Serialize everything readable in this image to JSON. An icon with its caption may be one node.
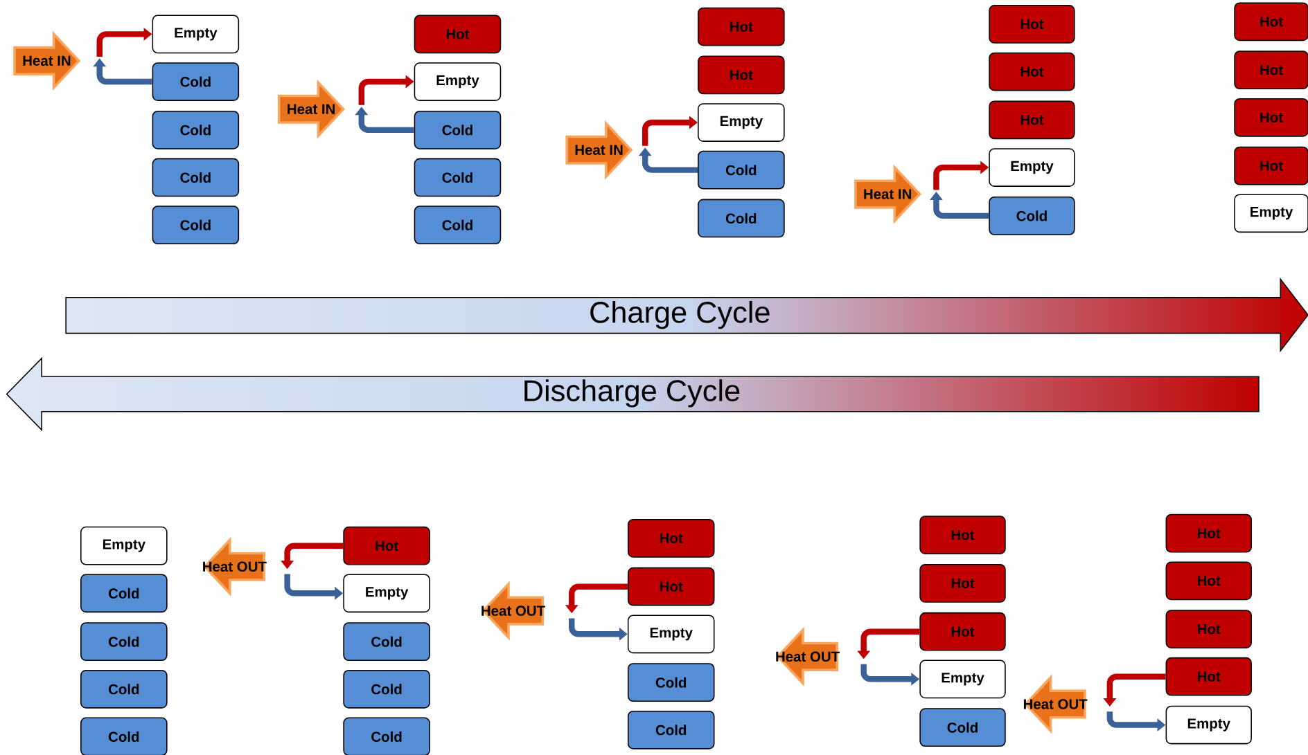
{
  "diagram": {
    "nodes": [
      {
        "text": [
          "Heat IN"
        ]
      },
      {
        "text": [
          "Empty"
        ]
      },
      {
        "text": [
          "Cold"
        ]
      },
      {
        "text": [
          "Cold"
        ]
      },
      {
        "text": [
          "Cold"
        ]
      },
      {
        "text": [
          "Cold"
        ]
      },
      {
        "text": [
          "Heat IN"
        ]
      },
      {
        "text": [
          "Hot"
        ]
      },
      {
        "text": [
          "Empty"
        ]
      },
      {
        "text": [
          "Cold"
        ]
      },
      {
        "text": [
          "Cold"
        ]
      },
      {
        "text": [
          "Cold"
        ]
      },
      {
        "text": [
          "Heat IN"
        ]
      },
      {
        "text": [
          "Hot"
        ]
      },
      {
        "text": [
          "Hot"
        ]
      },
      {
        "text": [
          "Empty"
        ]
      },
      {
        "text": [
          "Cold"
        ]
      },
      {
        "text": [
          "Cold"
        ]
      },
      {
        "text": [
          "Heat IN"
        ]
      },
      {
        "text": [
          "Hot"
        ]
      },
      {
        "text": [
          "Hot"
        ]
      },
      {
        "text": [
          "Hot"
        ]
      },
      {
        "text": [
          "Empty"
        ]
      },
      {
        "text": [
          "Cold"
        ]
      },
      {
        "text": [
          "Hot"
        ]
      },
      {
        "text": [
          "Hot"
        ]
      },
      {
        "text": [
          "Hot"
        ]
      },
      {
        "text": [
          "Hot"
        ]
      },
      {
        "text": [
          "Empty"
        ]
      },
      {
        "text": [
          "Charge Cycle"
        ]
      },
      {
        "text": [
          "Discharge Cycle"
        ]
      },
      {
        "text": [
          "Empty"
        ]
      },
      {
        "text": [
          "Cold"
        ]
      },
      {
        "text": [
          "Cold"
        ]
      },
      {
        "text": [
          "Cold"
        ]
      },
      {
        "text": [
          "Cold"
        ]
      },
      {
        "text": [
          "Heat OUT"
        ]
      },
      {
        "text": [
          "Hot"
        ]
      },
      {
        "text": [
          "Empty"
        ]
      },
      {
        "text": [
          "Cold"
        ]
      },
      {
        "text": [
          "Cold"
        ]
      },
      {
        "text": [
          "Cold"
        ]
      },
      {
        "text": [
          "Heat OUT"
        ]
      },
      {
        "text": [
          "Hot"
        ]
      },
      {
        "text": [
          "Hot"
        ]
      },
      {
        "text": [
          "Empty"
        ]
      },
      {
        "text": [
          "Cold"
        ]
      },
      {
        "text": [
          "Cold"
        ]
      },
      {
        "text": [
          "Heat OUT"
        ]
      },
      {
        "text": [
          "Hot"
        ]
      },
      {
        "text": [
          "Hot"
        ]
      },
      {
        "text": [
          "Hot"
        ]
      },
      {
        "text": [
          "Empty"
        ]
      },
      {
        "text": [
          "Cold"
        ]
      },
      {
        "text": [
          "Heat OUT"
        ]
      },
      {
        "text": [
          "Hot"
        ]
      },
      {
        "text": [
          "Hot"
        ]
      },
      {
        "text": [
          "Hot"
        ]
      },
      {
        "text": [
          "Hot"
        ]
      },
      {
        "text": [
          "Empty"
        ]
      }
    ],
    "edges": [
      {
        "from": 2,
        "to": 0,
        "arrow": "to",
        "color": "#3a6198"
      },
      {
        "from": 0,
        "to": 1,
        "arrow": "to",
        "color": "#c00000"
      },
      {
        "from": 9,
        "to": 6,
        "arrow": "to",
        "color": "#3a6198"
      },
      {
        "from": 6,
        "to": 8,
        "arrow": "to",
        "color": "#c00000"
      },
      {
        "from": 16,
        "to": 12,
        "arrow": "to",
        "color": "#3a6198"
      },
      {
        "from": 12,
        "to": 15,
        "arrow": "to",
        "color": "#c00000"
      },
      {
        "from": 23,
        "to": 18,
        "arrow": "to",
        "color": "#3a6198"
      },
      {
        "from": 18,
        "to": 22,
        "arrow": "to",
        "color": "#c00000"
      },
      {
        "from": 37,
        "to": 36,
        "arrow": "to",
        "color": "#c00000"
      },
      {
        "from": 36,
        "to": 38,
        "arrow": "to",
        "color": "#3a6198"
      },
      {
        "from": 44,
        "to": 42,
        "arrow": "to",
        "color": "#c00000"
      },
      {
        "from": 42,
        "to": 45,
        "arrow": "to",
        "color": "#3a6198"
      },
      {
        "from": 51,
        "to": 48,
        "arrow": "to",
        "color": "#c00000"
      },
      {
        "from": 48,
        "to": 52,
        "arrow": "to",
        "color": "#3a6198"
      },
      {
        "from": 58,
        "to": 54,
        "arrow": "to",
        "color": "#c00000"
      },
      {
        "from": 54,
        "to": 59,
        "arrow": "to",
        "color": "#3a6198"
      }
    ]
  }
}
